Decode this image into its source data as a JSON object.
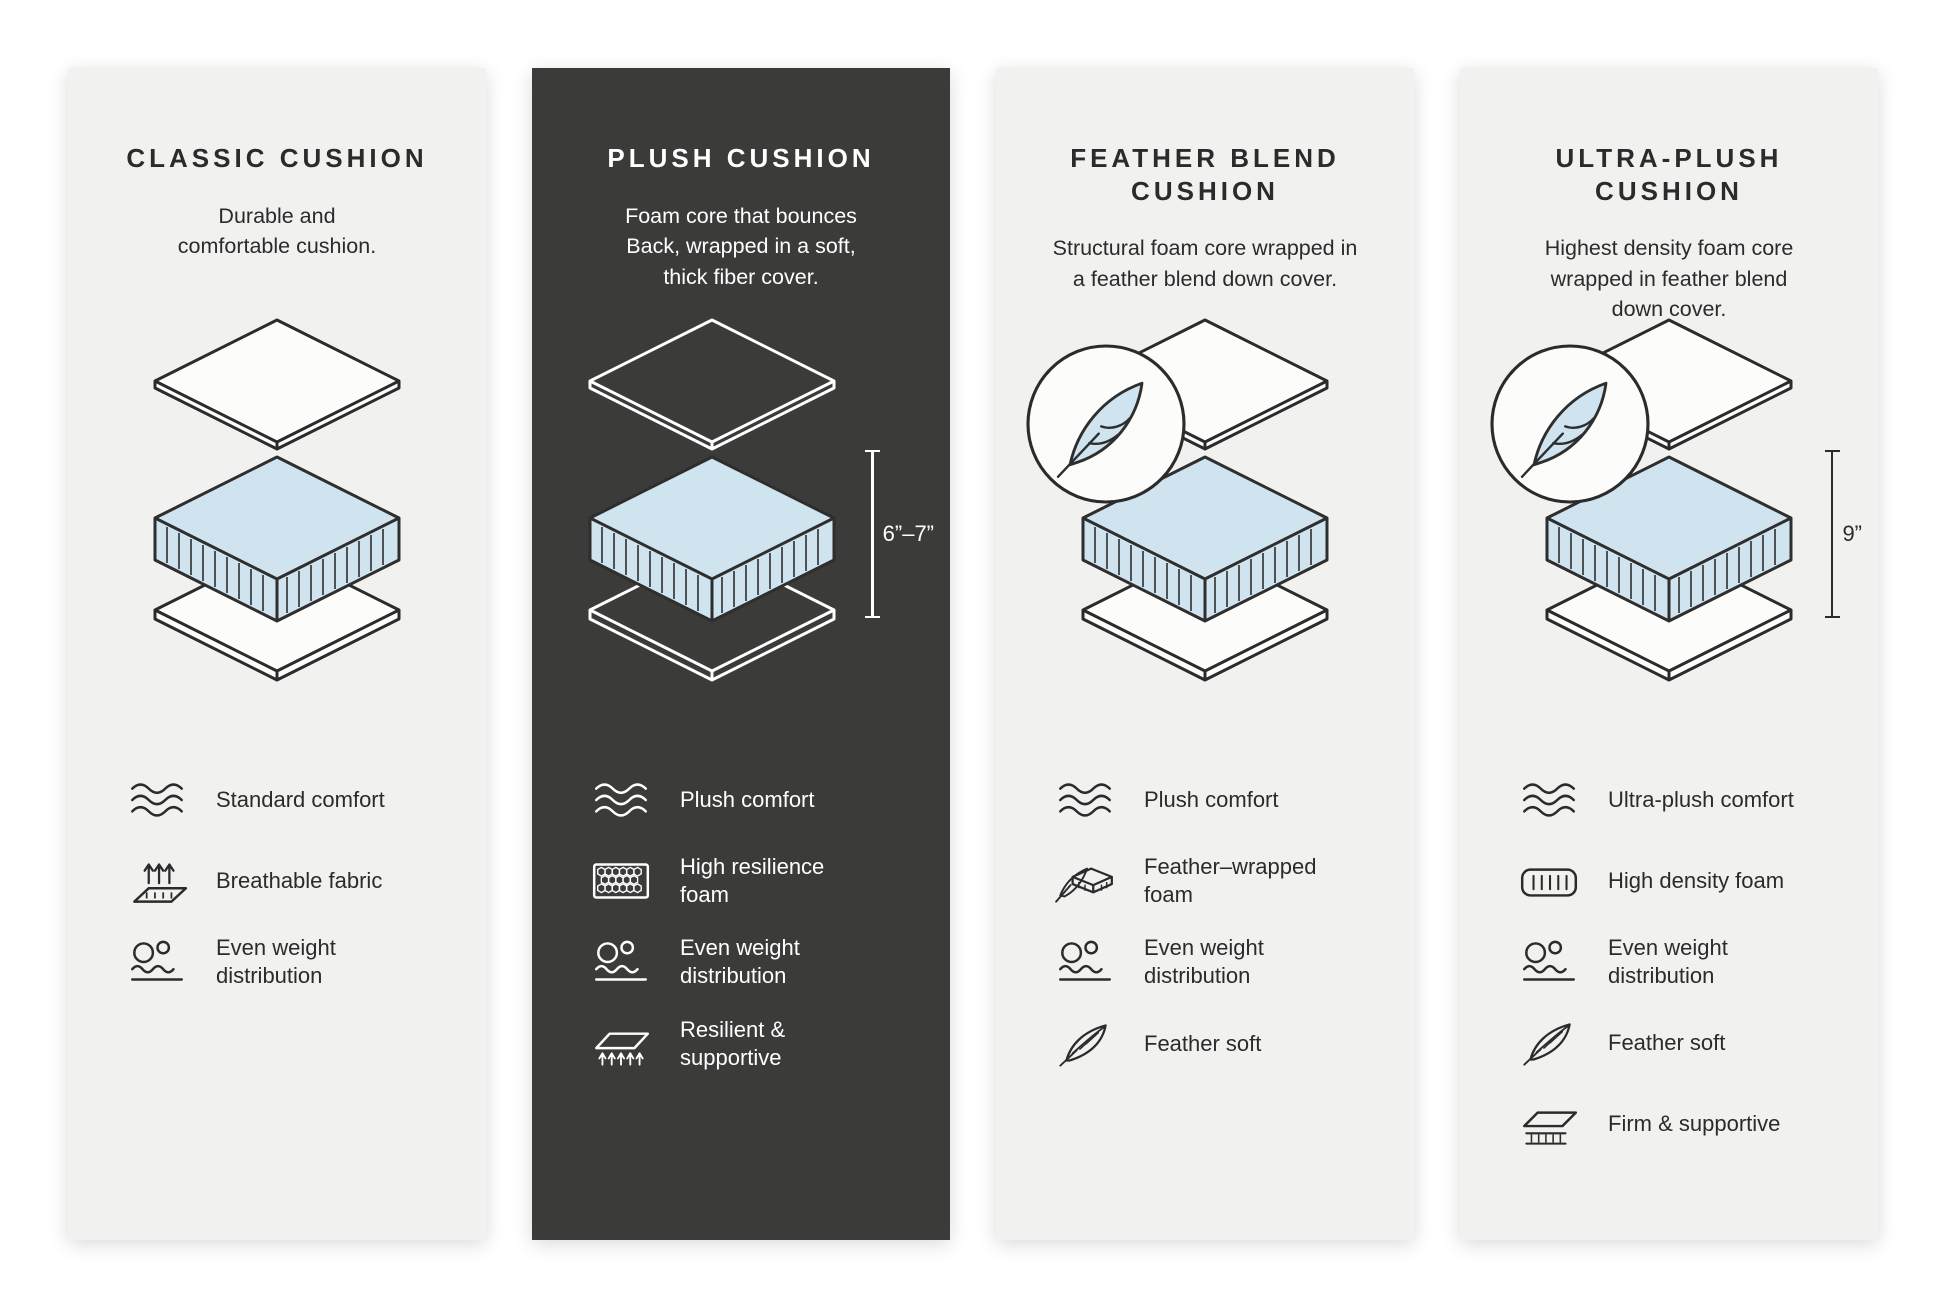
{
  "colors": {
    "panel_light": "#f1f1f0",
    "panel_dark": "#3b3b3a",
    "foam_blue": "#cfe4ee",
    "text_dark": "#2b2b2b",
    "text_light": "#ffffff"
  },
  "cards": [
    {
      "id": "classic-cushion",
      "theme": "light",
      "title": "CLASSIC CUSHION",
      "description": "Durable and\ncomfortable cushion.",
      "features": [
        {
          "icon": "waves-icon",
          "label": "Standard comfort"
        },
        {
          "icon": "breathable-fabric-icon",
          "label": "Breathable fabric"
        },
        {
          "icon": "weight-distribution-icon",
          "label": "Even weight\ndistribution"
        }
      ]
    },
    {
      "id": "plush-cushion",
      "theme": "dark",
      "title": "PLUSH CUSHION",
      "description": "Foam core that bounces\nBack, wrapped in a soft,\nthick fiber cover.",
      "dimension": "6”–7”",
      "features": [
        {
          "icon": "waves-icon",
          "label": "Plush comfort"
        },
        {
          "icon": "honeycomb-foam-icon",
          "label": "High resilience\nfoam"
        },
        {
          "icon": "weight-distribution-icon",
          "label": "Even weight\ndistribution"
        },
        {
          "icon": "resilient-supportive-icon",
          "label": "Resilient &\nsupportive"
        }
      ]
    },
    {
      "id": "feather-blend-cushion",
      "theme": "light",
      "title": "FEATHER BLEND\nCUSHION",
      "description": "Structural foam core wrapped in\na feather blend down cover.",
      "features": [
        {
          "icon": "waves-icon",
          "label": "Plush comfort"
        },
        {
          "icon": "feather-wrapped-foam-icon",
          "label": "Feather–wrapped\nfoam"
        },
        {
          "icon": "weight-distribution-icon",
          "label": "Even weight\ndistribution"
        },
        {
          "icon": "feather-icon",
          "label": "Feather soft"
        }
      ]
    },
    {
      "id": "ultra-plush-cushion",
      "theme": "light",
      "title": "ULTRA-PLUSH\nCUSHION",
      "description": "Highest density foam core\nwrapped in feather blend\ndown cover.",
      "dimension": "9”",
      "features": [
        {
          "icon": "waves-icon",
          "label": "Ultra-plush comfort"
        },
        {
          "icon": "high-density-foam-icon",
          "label": "High density foam"
        },
        {
          "icon": "weight-distribution-icon",
          "label": "Even weight\ndistribution"
        },
        {
          "icon": "feather-icon",
          "label": "Feather soft"
        },
        {
          "icon": "firm-supportive-icon",
          "label": "Firm & supportive"
        }
      ]
    }
  ]
}
